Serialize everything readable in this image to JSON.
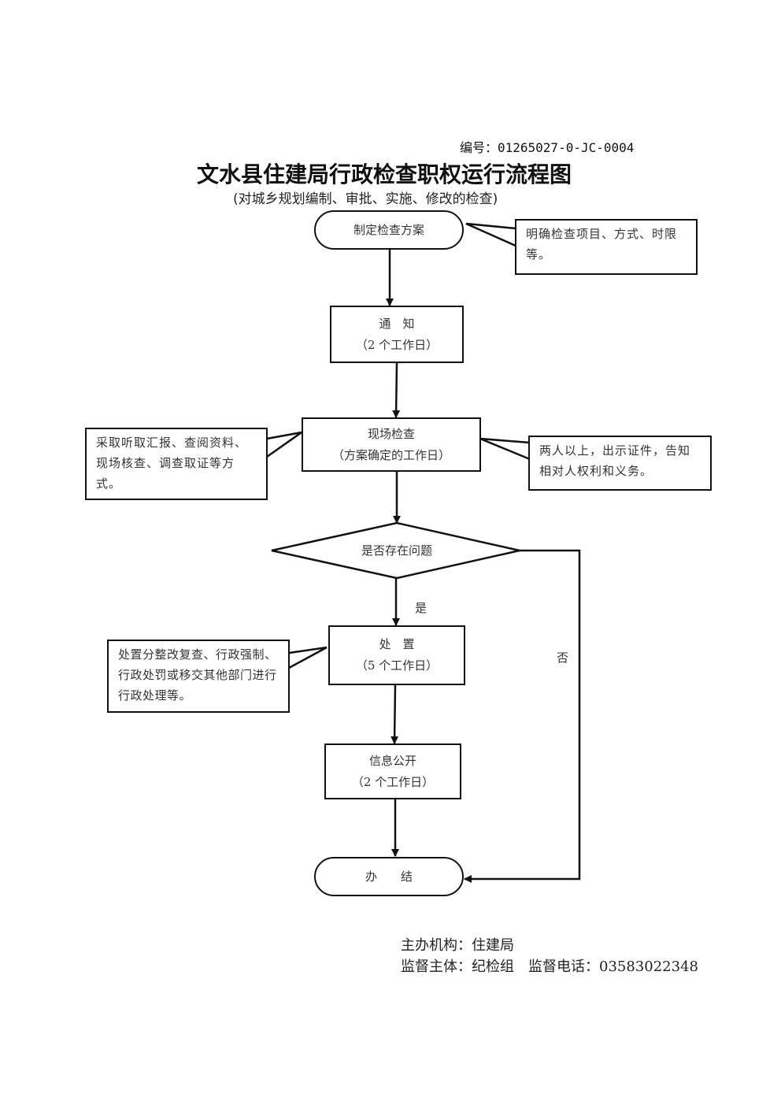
{
  "header": {
    "doc_number": "编号：01265027-0-JC-0004",
    "title": "文水县住建局行政检查职权运行流程图",
    "subtitle": "(对城乡规划编制、审批、实施、修改的检查)"
  },
  "flow": {
    "start": {
      "label": "制定检查方案"
    },
    "notify": {
      "label": "通　知",
      "duration": "（2 个工作日）"
    },
    "inspect": {
      "label": "现场检查",
      "duration": "（方案确定的工作日）"
    },
    "decision": {
      "label": "是否存在问题",
      "yes_label": "是",
      "no_label": "否"
    },
    "handle": {
      "label": "处　置",
      "duration": "（5 个工作日）"
    },
    "publish": {
      "label": "信息公开",
      "duration": "（2 个工作日）"
    },
    "end": {
      "label": "办　　结"
    }
  },
  "notes": {
    "start_note": "明确检查项目、方式、时限等。",
    "inspect_left_note": "采取听取汇报、查阅资料、现场核查、调查取证等方式。",
    "inspect_right_note": "两人以上，出示证件，告知相对人权利和义务。",
    "handle_note": "处置分整改复查、行政强制、行政处罚或移交其他部门进行行政处理等。"
  },
  "footer": {
    "organizer": "主办机构：住建局",
    "supervisor": "监督主体：纪检组　监督电话：03583022348"
  }
}
